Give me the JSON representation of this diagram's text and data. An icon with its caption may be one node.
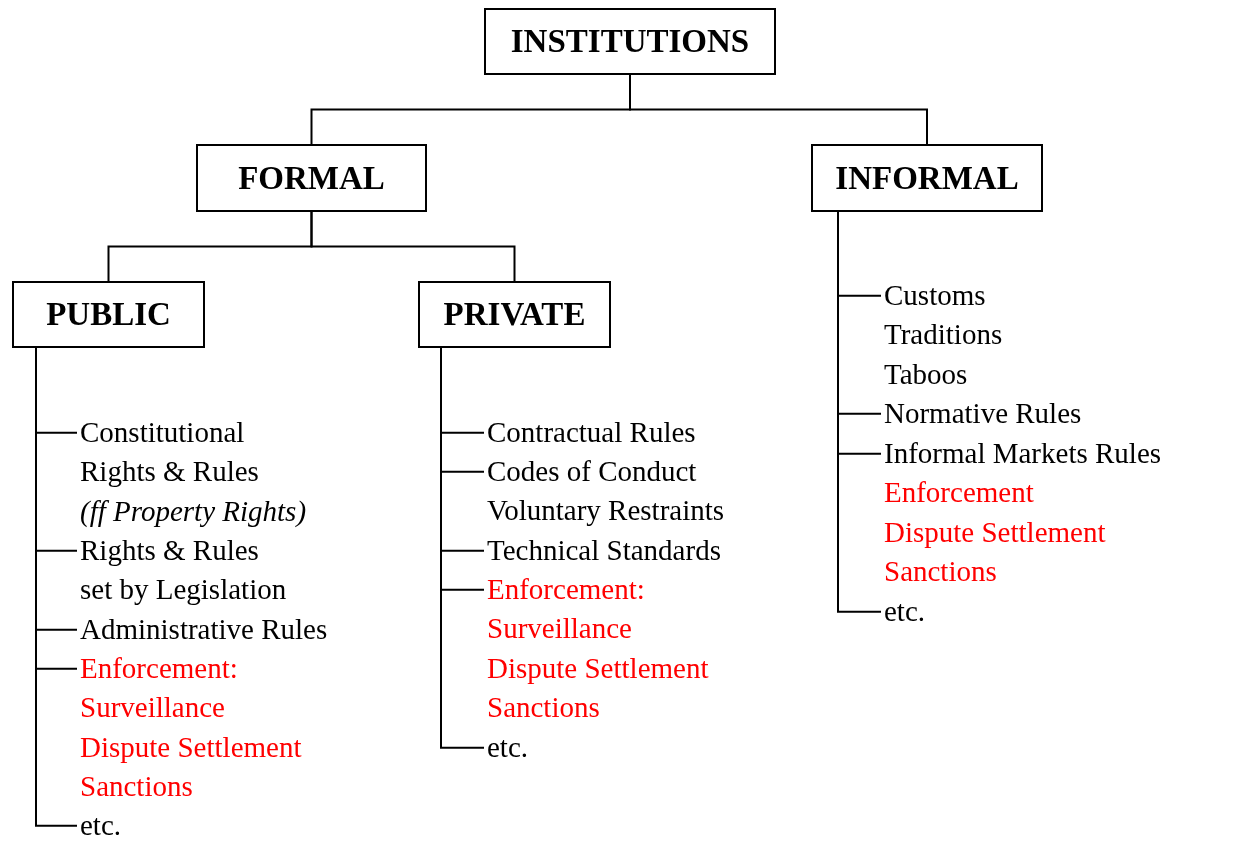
{
  "diagram": {
    "nodes": [
      {
        "text": [
          "INSTITUTIONS"
        ]
      },
      {
        "text": [
          "FORMAL"
        ]
      },
      {
        "text": [
          "INFORMAL"
        ]
      },
      {
        "text": [
          "PUBLIC"
        ]
      },
      {
        "text": [
          "PRIVATE"
        ]
      },
      {
        "text": [
          "Constitutional",
          "Rights & Rules",
          "(ff Property Rights)"
        ]
      },
      {
        "text": [
          "Rights & Rules",
          "set by Legislation"
        ]
      },
      {
        "text": [
          "Administrative Rules"
        ]
      },
      {
        "text": [
          "Enforcement:",
          "Surveillance",
          "Dispute Settlement",
          "Sanctions"
        ]
      },
      {
        "text": [
          "etc."
        ]
      },
      {
        "text": [
          "Contractual Rules"
        ]
      },
      {
        "text": [
          "Codes of Conduct",
          "Voluntary Restraints"
        ]
      },
      {
        "text": [
          "Technical Standards"
        ]
      },
      {
        "text": [
          "Enforcement:",
          "Surveillance",
          "Dispute Settlement",
          "Sanctions"
        ]
      },
      {
        "text": [
          "etc."
        ]
      },
      {
        "text": [
          "Customs",
          "Traditions",
          "Taboos"
        ]
      },
      {
        "text": [
          "Normative Rules"
        ]
      },
      {
        "text": [
          "Informal Markets Rules",
          "Enforcement",
          "Dispute Settlement",
          "Sanctions"
        ]
      },
      {
        "text": [
          "etc."
        ]
      }
    ],
    "edges": [
      {
        "from": 0,
        "to": 1,
        "arrow": "none"
      },
      {
        "from": 0,
        "to": 2,
        "arrow": "none"
      },
      {
        "from": 1,
        "to": 3,
        "arrow": "none"
      },
      {
        "from": 1,
        "to": 4,
        "arrow": "none"
      },
      {
        "from": 3,
        "to": 5,
        "arrow": "none"
      },
      {
        "from": 3,
        "to": 6,
        "arrow": "none"
      },
      {
        "from": 3,
        "to": 7,
        "arrow": "none"
      },
      {
        "from": 3,
        "to": 8,
        "arrow": "none"
      },
      {
        "from": 3,
        "to": 9,
        "arrow": "none"
      },
      {
        "from": 4,
        "to": 10,
        "arrow": "none"
      },
      {
        "from": 4,
        "to": 11,
        "arrow": "none"
      },
      {
        "from": 4,
        "to": 12,
        "arrow": "none"
      },
      {
        "from": 4,
        "to": 13,
        "arrow": "none"
      },
      {
        "from": 4,
        "to": 14,
        "arrow": "none"
      },
      {
        "from": 2,
        "to": 15,
        "arrow": "none"
      },
      {
        "from": 2,
        "to": 16,
        "arrow": "none"
      },
      {
        "from": 2,
        "to": 17,
        "arrow": "none"
      },
      {
        "from": 2,
        "to": 18,
        "arrow": "none"
      }
    ]
  }
}
